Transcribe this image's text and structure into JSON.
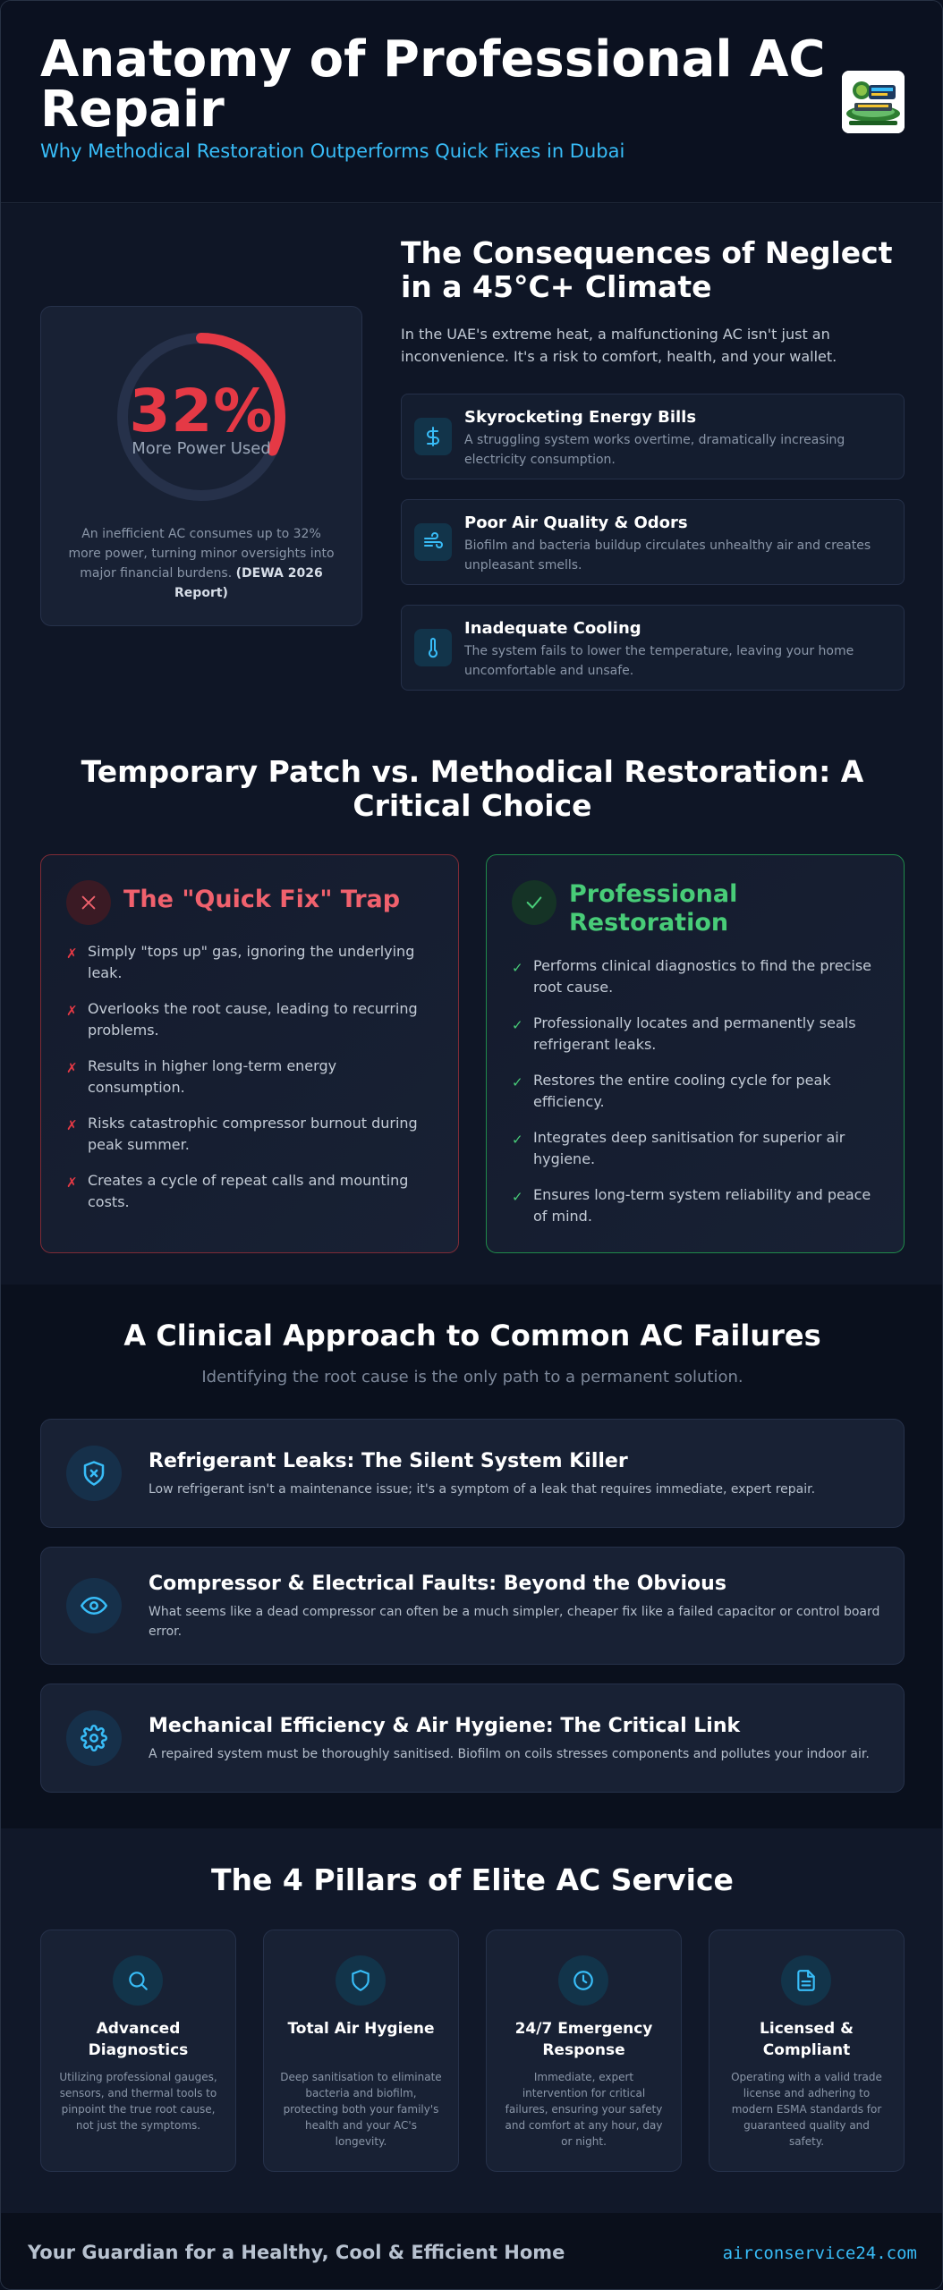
{
  "header": {
    "title": "Anatomy of Professional AC Repair",
    "subtitle": "Why Methodical Restoration Outperforms Quick Fixes in Dubai",
    "logo_icon": "company-logo"
  },
  "colors": {
    "accent": "#38bdf8",
    "danger": "#e53945",
    "success": "#48cc78",
    "background": "#0e1524",
    "card": "#182134"
  },
  "stat": {
    "value": "32%",
    "fraction": 0.32,
    "label": "More Power Used",
    "description": "An inefficient AC consumes up to 32% more power, turning minor oversights into major financial burdens.",
    "source": "(DEWA 2026 Report)"
  },
  "neglect": {
    "title": "The Consequences of Neglect in a 45°C+ Climate",
    "intro": "In the UAE's extreme heat, a malfunctioning AC isn't just an inconvenience. It's a risk to comfort, health, and your wallet.",
    "items": [
      {
        "icon": "dollar-icon",
        "title": "Skyrocketing Energy Bills",
        "desc": "A struggling system works overtime, dramatically increasing electricity consumption."
      },
      {
        "icon": "wind-icon",
        "title": "Poor Air Quality & Odors",
        "desc": "Biofilm and bacteria buildup circulates unhealthy air and creates unpleasant smells."
      },
      {
        "icon": "thermometer-icon",
        "title": "Inadequate Cooling",
        "desc": "The system fails to lower the temperature, leaving your home uncomfortable and unsafe."
      }
    ]
  },
  "comparison": {
    "title": "Temporary Patch vs. Methodical Restoration: A Critical Choice",
    "quick_fix": {
      "icon": "x-icon",
      "title": "The \"Quick Fix\" Trap",
      "mark": "✗",
      "items": [
        "Simply \"tops up\" gas, ignoring the underlying leak.",
        "Overlooks the root cause, leading to recurring problems.",
        "Results in higher long-term energy consumption.",
        "Risks catastrophic compressor burnout during peak summer.",
        "Creates a cycle of repeat calls and mounting costs."
      ]
    },
    "professional": {
      "icon": "check-icon",
      "title": "Professional Restoration",
      "mark": "✓",
      "items": [
        "Performs clinical diagnostics to find the precise root cause.",
        "Professionally locates and permanently seals refrigerant leaks.",
        "Restores the entire cooling cycle for peak efficiency.",
        "Integrates deep sanitisation for superior air hygiene.",
        "Ensures long-term system reliability and peace of mind."
      ]
    }
  },
  "clinical": {
    "title": "A Clinical Approach to Common AC Failures",
    "subtitle": "Identifying the root cause is the only path to a permanent solution.",
    "items": [
      {
        "icon": "shield-x-icon",
        "title": "Refrigerant Leaks: The Silent System Killer",
        "desc": "Low refrigerant isn't a maintenance issue; it's a symptom of a leak that requires immediate, expert repair."
      },
      {
        "icon": "eye-icon",
        "title": "Compressor & Electrical Faults: Beyond the Obvious",
        "desc": "What seems like a dead compressor can often be a much simpler, cheaper fix like a failed capacitor or control board error."
      },
      {
        "icon": "gear-icon",
        "title": "Mechanical Efficiency & Air Hygiene: The Critical Link",
        "desc": "A repaired system must be thoroughly sanitised. Biofilm on coils stresses components and pollutes your indoor air."
      }
    ]
  },
  "pillars": {
    "title": "The 4 Pillars of Elite AC Service",
    "items": [
      {
        "icon": "search-icon",
        "title": "Advanced Diagnostics",
        "desc": "Utilizing professional gauges, sensors, and thermal tools to pinpoint the true root cause, not just the symptoms."
      },
      {
        "icon": "shield-icon",
        "title": "Total Air Hygiene",
        "desc": "Deep sanitisation to eliminate bacteria and biofilm, protecting both your family's health and your AC's longevity."
      },
      {
        "icon": "clock-icon",
        "title": "24/7 Emergency Response",
        "desc": "Immediate, expert intervention for critical failures, ensuring your safety and comfort at any hour, day or night."
      },
      {
        "icon": "document-icon",
        "title": "Licensed & Compliant",
        "desc": "Operating with a valid trade license and adhering to modern ESMA standards for guaranteed quality and safety."
      }
    ]
  },
  "footer": {
    "text": "Your Guardian for a Healthy, Cool & Efficient Home",
    "url": "airconservice24.com"
  }
}
